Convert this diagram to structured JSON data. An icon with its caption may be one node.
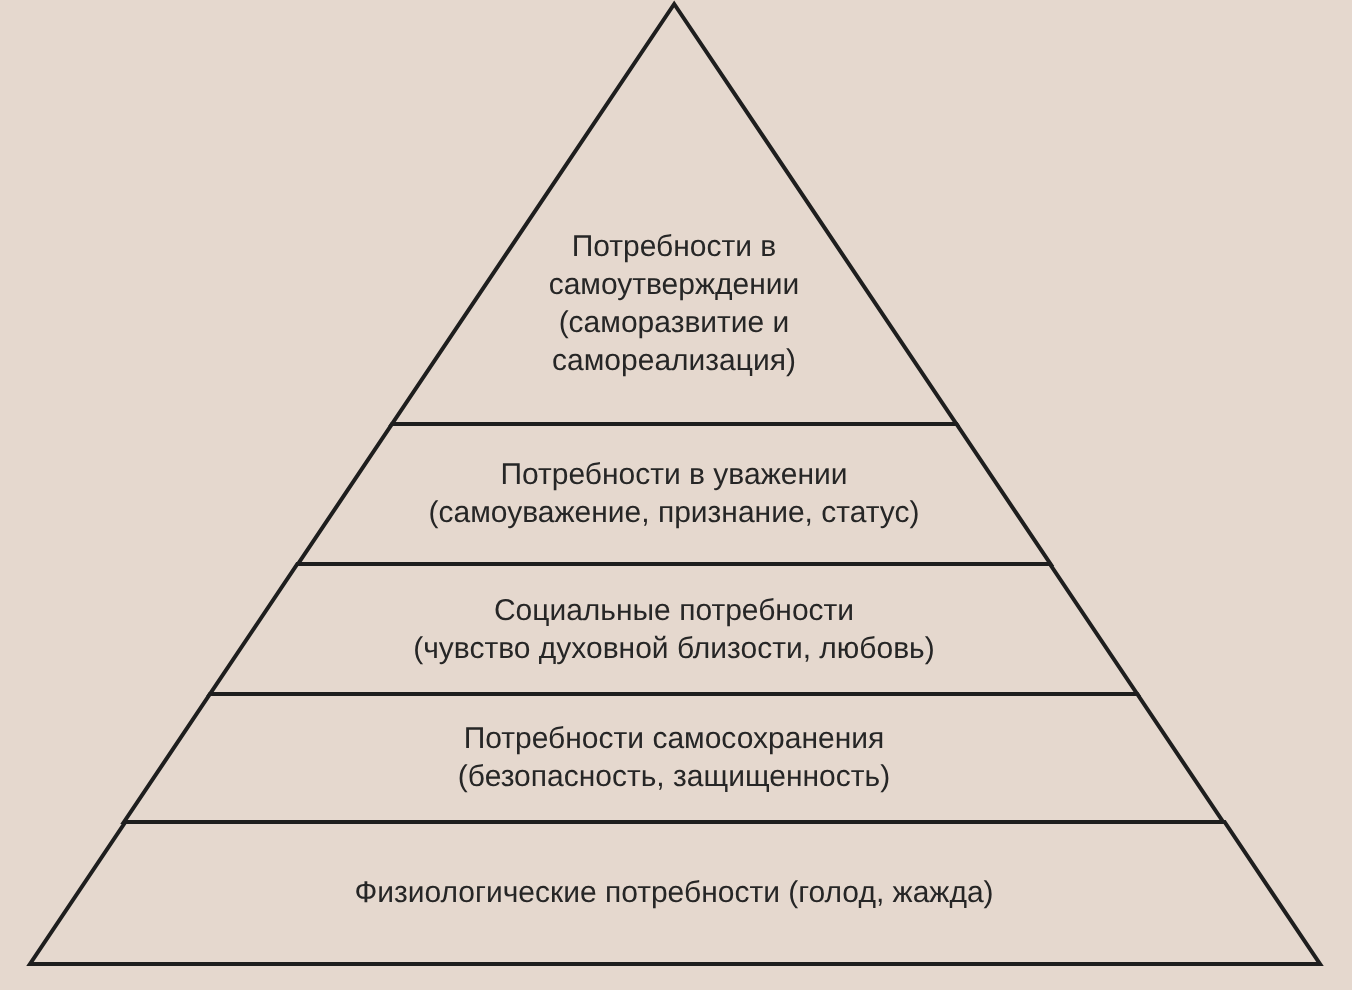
{
  "diagram": {
    "nodes": [
      {
        "text": [
          "Потребности в самоутверждении",
          "(саморазвитие и самореализация)"
        ]
      },
      {
        "text": [
          "Потребности в уважении",
          "(самоуважение, признание, статус)"
        ]
      },
      {
        "text": [
          "Социальные потребности",
          "(чувство духовной близости, любовь)"
        ]
      },
      {
        "text": [
          "Потребности самосохранения",
          "(безопасность, защищенность)"
        ]
      },
      {
        "text": [
          "Физиологические потребности (голод, жажда)"
        ]
      }
    ]
  }
}
